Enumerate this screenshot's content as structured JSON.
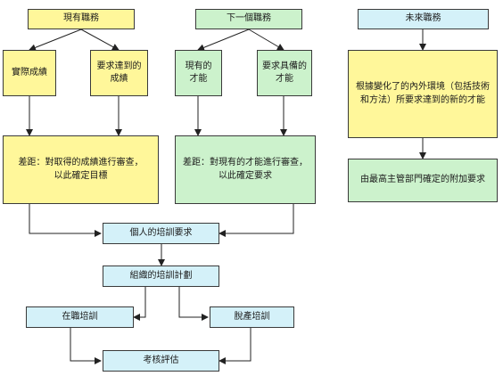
{
  "colors": {
    "current_job": "#fff79a",
    "next_job": "#ccf2cc",
    "future_job": "#d4f1f9",
    "border": "#3a3a3a",
    "arrow": "#222222"
  },
  "current_job": {
    "title": "現有職務",
    "actual_results": "實際成績",
    "required_results": "要求達到的\n成績",
    "gap": "差距：對取得的成績進行審查，\n以此確定目標"
  },
  "next_job": {
    "title": "下一個職務",
    "existing_abilities": "現有的\n才能",
    "required_abilities": "要求具備的\n才能",
    "gap": "差距：對現有的才能進行審查，\n以此確定要求"
  },
  "future_job": {
    "title": "未來職務",
    "new_abilities": "根據變化了的內外環境（包括技術\n和方法）所要求達到的新的才能",
    "additional_requirements": "由最高主管部門確定的附加要求"
  },
  "process": {
    "individual_needs": "個人的培訓要求",
    "org_plan": "組織的培訓計劃",
    "on_the_job": "在職培訓",
    "off_the_job": "脫產培訓",
    "evaluation": "考核評估"
  }
}
